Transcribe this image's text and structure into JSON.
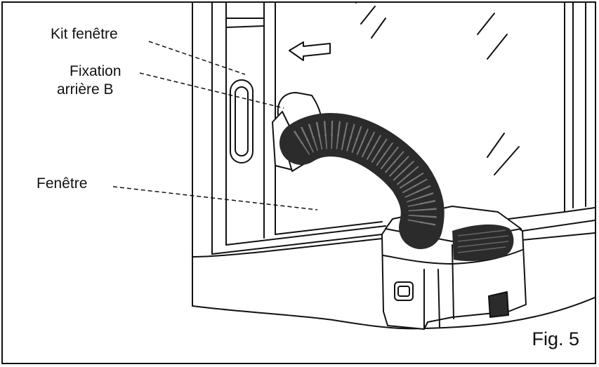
{
  "labels": {
    "kit_fenetre": "Kit fenêtre",
    "fixation_line1": "Fixation",
    "fixation_line2": "arrière B",
    "fenetre": "Fenêtre"
  },
  "figure_label": "Fig. 5",
  "colors": {
    "line": "#111111",
    "hose_dark": "#2b2b2b",
    "background": "#ffffff"
  }
}
